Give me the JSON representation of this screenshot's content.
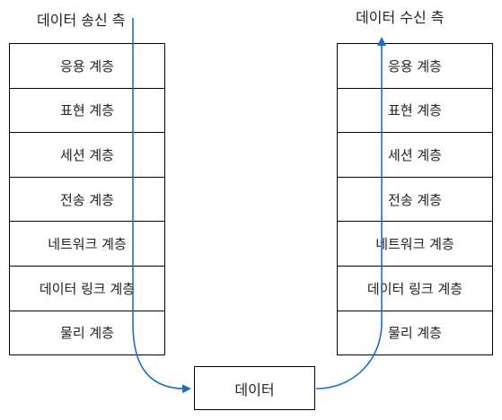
{
  "sender": {
    "title": "데이터 송신 측",
    "layers": [
      "응용 계층",
      "표현 계층",
      "세션 계층",
      "전송 계층",
      "네트워크 계층",
      "데이터 링크 계층",
      "물리 계층"
    ]
  },
  "receiver": {
    "title": "데이터 수신 측",
    "layers": [
      "응용 계층",
      "표현 계층",
      "세션 계층",
      "전송 계층",
      "네트워크 계층",
      "데이터 링크 계층",
      "물리 계층"
    ]
  },
  "data_box": {
    "label": "데이터"
  },
  "colors": {
    "flow_arrow": "#1f6fc0",
    "border": "#000000"
  }
}
